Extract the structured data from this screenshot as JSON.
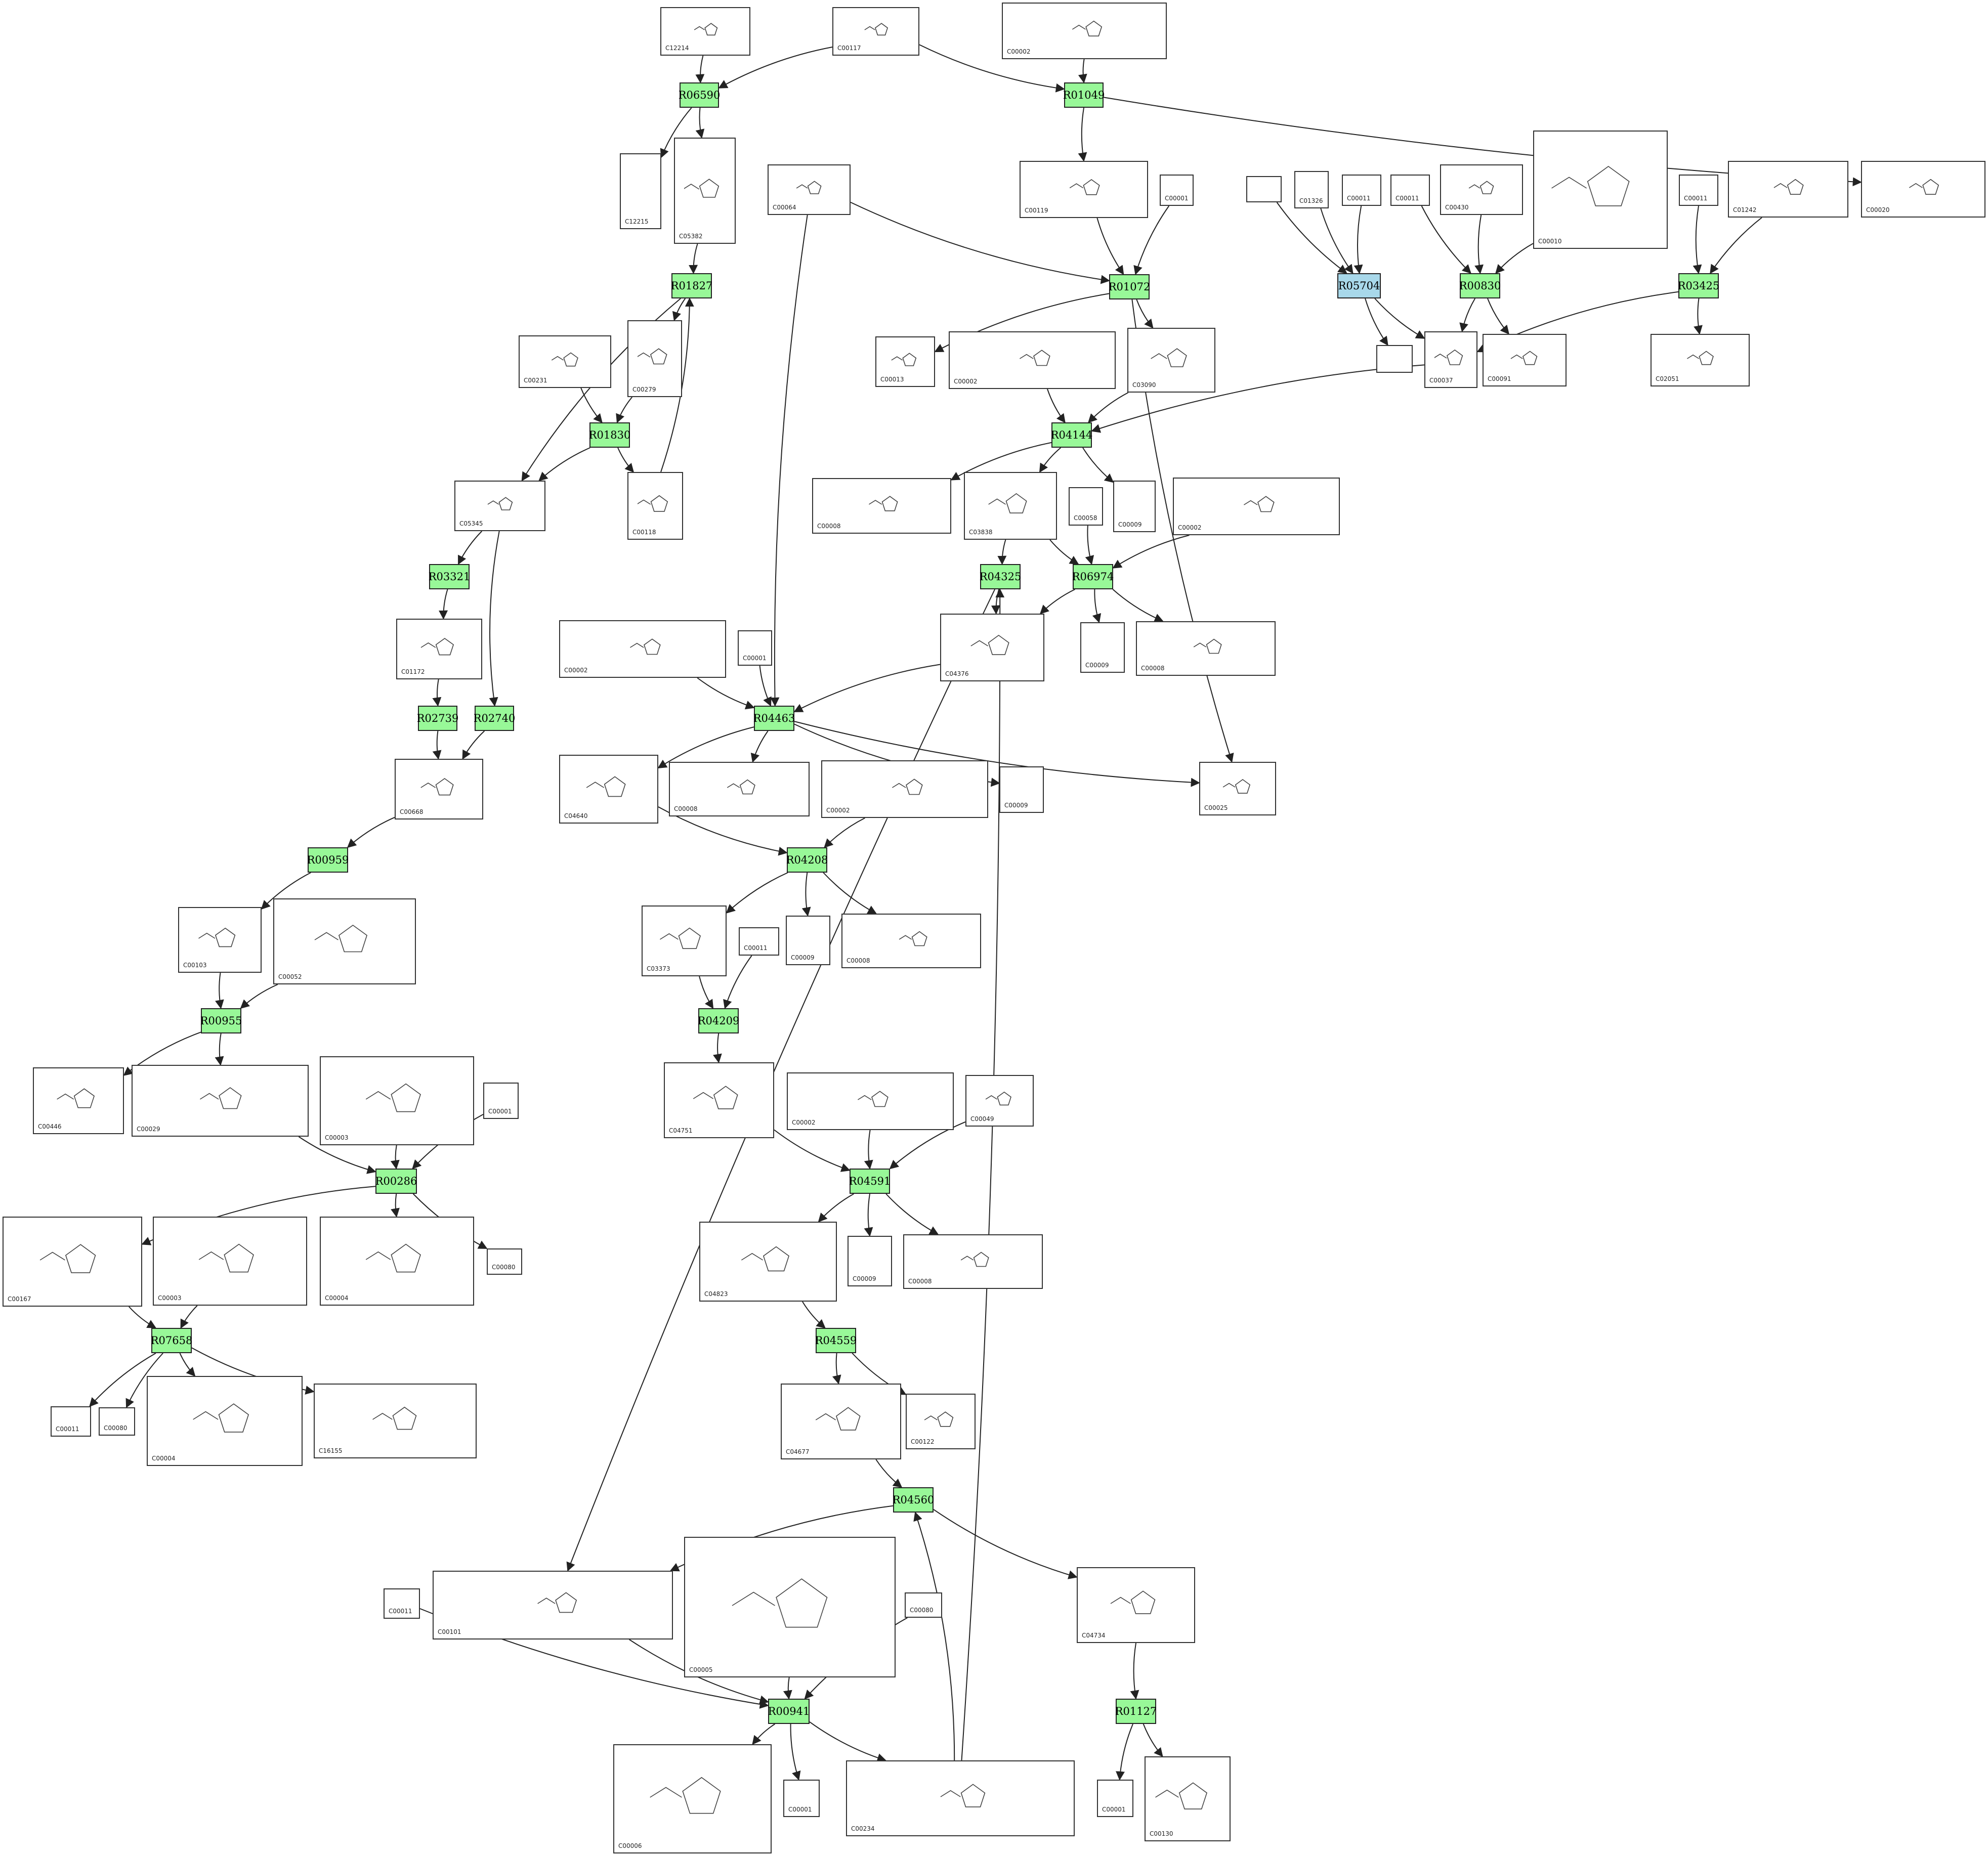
{
  "colors": {
    "reaction": "#98f898",
    "reaction_alt": "#a8d8ea",
    "edge": "#222222"
  },
  "compounds": [
    {
      "id": "c12214",
      "label": "C12214"
    },
    {
      "id": "c00117",
      "label": "C00117"
    },
    {
      "id": "c00002a",
      "label": "C00002"
    },
    {
      "id": "c12215",
      "label": "C12215"
    },
    {
      "id": "c05382",
      "label": "C05382"
    },
    {
      "id": "c00064",
      "label": "C00064"
    },
    {
      "id": "c00119",
      "label": "C00119"
    },
    {
      "id": "c00001a",
      "label": "C00001"
    },
    {
      "id": "c01326",
      "label": "C01326"
    },
    {
      "id": "c00011a",
      "label": "C00011"
    },
    {
      "id": "c00011b",
      "label": "C00011"
    },
    {
      "id": "c00430",
      "label": "C00430"
    },
    {
      "id": "c00010",
      "label": "C00010"
    },
    {
      "id": "c00011c",
      "label": "C00011"
    },
    {
      "id": "c01242",
      "label": "C01242"
    },
    {
      "id": "c00020",
      "label": "C00020"
    },
    {
      "id": "c00231",
      "label": "C00231"
    },
    {
      "id": "c00279",
      "label": "C00279"
    },
    {
      "id": "c00013",
      "label": "C00013"
    },
    {
      "id": "c00002b",
      "label": "C00002"
    },
    {
      "id": "c03090",
      "label": "C03090"
    },
    {
      "id": "c00037",
      "label": "C00037"
    },
    {
      "id": "c00091",
      "label": "C00091"
    },
    {
      "id": "c02051",
      "label": "C02051"
    },
    {
      "id": "c05345",
      "label": "C05345"
    },
    {
      "id": "c00118",
      "label": "C00118"
    },
    {
      "id": "c00008a",
      "label": "C00008"
    },
    {
      "id": "c03838",
      "label": "C03838"
    },
    {
      "id": "c00058",
      "label": "C00058"
    },
    {
      "id": "c00009a",
      "label": "C00009"
    },
    {
      "id": "c00002c",
      "label": "C00002"
    },
    {
      "id": "c01172",
      "label": "C01172"
    },
    {
      "id": "c00002d",
      "label": "C00002"
    },
    {
      "id": "c00001b",
      "label": "C00001"
    },
    {
      "id": "c04376",
      "label": "C04376"
    },
    {
      "id": "c00009b",
      "label": "C00009"
    },
    {
      "id": "c00008b",
      "label": "C00008"
    },
    {
      "id": "c00668",
      "label": "C00668"
    },
    {
      "id": "c04640",
      "label": "C04640"
    },
    {
      "id": "c00008c",
      "label": "C00008"
    },
    {
      "id": "c00002e",
      "label": "C00002"
    },
    {
      "id": "c00009c",
      "label": "C00009"
    },
    {
      "id": "c00025",
      "label": "C00025"
    },
    {
      "id": "c00103",
      "label": "C00103"
    },
    {
      "id": "c00052",
      "label": "C00052"
    },
    {
      "id": "c03373",
      "label": "C03373"
    },
    {
      "id": "c00011d",
      "label": "C00011"
    },
    {
      "id": "c00009d",
      "label": "C00009"
    },
    {
      "id": "c00008d",
      "label": "C00008"
    },
    {
      "id": "c00446",
      "label": "C00446"
    },
    {
      "id": "c00029",
      "label": "C00029"
    },
    {
      "id": "c00003a",
      "label": "C00003"
    },
    {
      "id": "c00001c",
      "label": "C00001"
    },
    {
      "id": "c04751",
      "label": "C04751"
    },
    {
      "id": "c00002f",
      "label": "C00002"
    },
    {
      "id": "c00049",
      "label": "C00049"
    },
    {
      "id": "c00167",
      "label": "C00167"
    },
    {
      "id": "c00003b",
      "label": "C00003"
    },
    {
      "id": "c00004a",
      "label": "C00004"
    },
    {
      "id": "c00080a",
      "label": "C00080"
    },
    {
      "id": "c04823",
      "label": "C04823"
    },
    {
      "id": "c00009e",
      "label": "C00009"
    },
    {
      "id": "c00008e",
      "label": "C00008"
    },
    {
      "id": "c00011e",
      "label": "C00011"
    },
    {
      "id": "c00080b",
      "label": "C00080"
    },
    {
      "id": "c00004b",
      "label": "C00004"
    },
    {
      "id": "c16155",
      "label": "C16155"
    },
    {
      "id": "c04677",
      "label": "C04677"
    },
    {
      "id": "c00122",
      "label": "C00122"
    },
    {
      "id": "c00011f",
      "label": "C00011"
    },
    {
      "id": "c00101",
      "label": "C00101"
    },
    {
      "id": "c00005",
      "label": "C00005"
    },
    {
      "id": "c00080c",
      "label": "C00080"
    },
    {
      "id": "c04734",
      "label": "C04734"
    },
    {
      "id": "c00006",
      "label": "C00006"
    },
    {
      "id": "c00001d",
      "label": "C00001"
    },
    {
      "id": "c00234",
      "label": "C00234"
    },
    {
      "id": "c00001e",
      "label": "C00001"
    },
    {
      "id": "c00130",
      "label": "C00130"
    },
    {
      "id": "blank1",
      "label": ""
    },
    {
      "id": "blank2",
      "label": ""
    }
  ],
  "reactions": [
    {
      "id": "r06590",
      "label": "R06590",
      "kind": "reaction"
    },
    {
      "id": "r01049",
      "label": "R01049",
      "kind": "reaction"
    },
    {
      "id": "r01827",
      "label": "R01827",
      "kind": "reaction"
    },
    {
      "id": "r01072",
      "label": "R01072",
      "kind": "reaction"
    },
    {
      "id": "r05704",
      "label": "R05704",
      "kind": "reaction_alt"
    },
    {
      "id": "r00830",
      "label": "R00830",
      "kind": "reaction"
    },
    {
      "id": "r03425",
      "label": "R03425",
      "kind": "reaction"
    },
    {
      "id": "r01830",
      "label": "R01830",
      "kind": "reaction"
    },
    {
      "id": "r04144",
      "label": "R04144",
      "kind": "reaction"
    },
    {
      "id": "r03321",
      "label": "R03321",
      "kind": "reaction"
    },
    {
      "id": "r04325",
      "label": "R04325",
      "kind": "reaction"
    },
    {
      "id": "r06974",
      "label": "R06974",
      "kind": "reaction"
    },
    {
      "id": "r02739",
      "label": "R02739",
      "kind": "reaction"
    },
    {
      "id": "r02740",
      "label": "R02740",
      "kind": "reaction"
    },
    {
      "id": "r04463",
      "label": "R04463",
      "kind": "reaction"
    },
    {
      "id": "r00959",
      "label": "R00959",
      "kind": "reaction"
    },
    {
      "id": "r04208",
      "label": "R04208",
      "kind": "reaction"
    },
    {
      "id": "r00955",
      "label": "R00955",
      "kind": "reaction"
    },
    {
      "id": "r04209",
      "label": "R04209",
      "kind": "reaction"
    },
    {
      "id": "r00286",
      "label": "R00286",
      "kind": "reaction"
    },
    {
      "id": "r04591",
      "label": "R04591",
      "kind": "reaction"
    },
    {
      "id": "r07658",
      "label": "R07658",
      "kind": "reaction"
    },
    {
      "id": "r04559",
      "label": "R04559",
      "kind": "reaction"
    },
    {
      "id": "r04560",
      "label": "R04560",
      "kind": "reaction"
    },
    {
      "id": "r00941",
      "label": "R00941",
      "kind": "reaction"
    },
    {
      "id": "r01127",
      "label": "R01127",
      "kind": "reaction"
    }
  ],
  "edges": [
    [
      "c12214",
      "r06590"
    ],
    [
      "c00117",
      "r06590"
    ],
    [
      "r06590",
      "c12215"
    ],
    [
      "r06590",
      "c05382"
    ],
    [
      "c00117",
      "r01049"
    ],
    [
      "c00002a",
      "r01049"
    ],
    [
      "r01049",
      "c00119"
    ],
    [
      "r01049",
      "c00020"
    ],
    [
      "c05382",
      "r01827"
    ],
    [
      "c00118",
      "r01827"
    ],
    [
      "r01827",
      "c00279"
    ],
    [
      "r01827",
      "c05345"
    ],
    [
      "c00119",
      "r01072"
    ],
    [
      "c00001a",
      "r01072"
    ],
    [
      "c00064",
      "r01072"
    ],
    [
      "r01072",
      "c00013"
    ],
    [
      "r01072",
      "c03090"
    ],
    [
      "r01072",
      "c00025"
    ],
    [
      "blank1",
      "r05704"
    ],
    [
      "c01326",
      "r05704"
    ],
    [
      "c00011a",
      "r05704"
    ],
    [
      "r05704",
      "c00037"
    ],
    [
      "r05704",
      "blank2"
    ],
    [
      "c00011b",
      "r00830"
    ],
    [
      "c00430",
      "r00830"
    ],
    [
      "c00010",
      "r00830"
    ],
    [
      "r00830",
      "c00037"
    ],
    [
      "r00830",
      "c00091"
    ],
    [
      "c00011c",
      "r03425"
    ],
    [
      "c01242",
      "r03425"
    ],
    [
      "r03425",
      "c00037"
    ],
    [
      "r03425",
      "c02051"
    ],
    [
      "c00231",
      "r01830"
    ],
    [
      "c00279",
      "r01830"
    ],
    [
      "r01830",
      "c05345"
    ],
    [
      "r01830",
      "c00118"
    ],
    [
      "c00002b",
      "r04144"
    ],
    [
      "c03090",
      "r04144"
    ],
    [
      "c00037",
      "r04144"
    ],
    [
      "r04144",
      "c00008a"
    ],
    [
      "r04144",
      "c03838"
    ],
    [
      "r04144",
      "c00009a"
    ],
    [
      "c05345",
      "r03321"
    ],
    [
      "r03321",
      "c01172"
    ],
    [
      "c05345",
      "r02740"
    ],
    [
      "c03838",
      "r04325"
    ],
    [
      "r04325",
      "c04376"
    ],
    [
      "r04325",
      "c00101"
    ],
    [
      "c03838",
      "r06974"
    ],
    [
      "c00058",
      "r06974"
    ],
    [
      "c00002c",
      "r06974"
    ],
    [
      "r06974",
      "c04376"
    ],
    [
      "r06974",
      "c00009b"
    ],
    [
      "r06974",
      "c00008b"
    ],
    [
      "c01172",
      "r02739"
    ],
    [
      "r02739",
      "c00668"
    ],
    [
      "r02740",
      "c00668"
    ],
    [
      "c00002d",
      "r04463"
    ],
    [
      "c00001b",
      "r04463"
    ],
    [
      "c04376",
      "r04463"
    ],
    [
      "c00064",
      "r04463"
    ],
    [
      "r04463",
      "c04640"
    ],
    [
      "r04463",
      "c00008c"
    ],
    [
      "r04463",
      "c00009c"
    ],
    [
      "r04463",
      "c00025"
    ],
    [
      "c00668",
      "r00959"
    ],
    [
      "r00959",
      "c00103"
    ],
    [
      "c04640",
      "r04208"
    ],
    [
      "c00002e",
      "r04208"
    ],
    [
      "r04208",
      "c03373"
    ],
    [
      "r04208",
      "c00009d"
    ],
    [
      "r04208",
      "c00008d"
    ],
    [
      "c00103",
      "r00955"
    ],
    [
      "c00052",
      "r00955"
    ],
    [
      "r00955",
      "c00446"
    ],
    [
      "r00955",
      "c00029"
    ],
    [
      "c03373",
      "r04209"
    ],
    [
      "c00011d",
      "r04209"
    ],
    [
      "r04209",
      "c04751"
    ],
    [
      "c00029",
      "r00286"
    ],
    [
      "c00003a",
      "r00286"
    ],
    [
      "c00001c",
      "r00286"
    ],
    [
      "r00286",
      "c00167"
    ],
    [
      "r00286",
      "c00004a"
    ],
    [
      "r00286",
      "c00080a"
    ],
    [
      "c04751",
      "r04591"
    ],
    [
      "c00002f",
      "r04591"
    ],
    [
      "c00049",
      "r04591"
    ],
    [
      "r04591",
      "c04823"
    ],
    [
      "r04591",
      "c00009e"
    ],
    [
      "r04591",
      "c00008e"
    ],
    [
      "c00167",
      "r07658"
    ],
    [
      "c00003b",
      "r07658"
    ],
    [
      "r07658",
      "c00011e"
    ],
    [
      "r07658",
      "c00080b"
    ],
    [
      "r07658",
      "c00004b"
    ],
    [
      "r07658",
      "c16155"
    ],
    [
      "c04823",
      "r04559"
    ],
    [
      "r04559",
      "c04677"
    ],
    [
      "r04559",
      "c00122"
    ],
    [
      "c04677",
      "r04560"
    ],
    [
      "c00234",
      "r04560"
    ],
    [
      "r04560",
      "c00101"
    ],
    [
      "r04560",
      "c04734"
    ],
    [
      "c00011f",
      "r00941"
    ],
    [
      "c00101",
      "r00941"
    ],
    [
      "c00005",
      "r00941"
    ],
    [
      "c00080c",
      "r00941"
    ],
    [
      "r00941",
      "c00006"
    ],
    [
      "r00941",
      "c00001d"
    ],
    [
      "r00941",
      "c00234"
    ],
    [
      "c00234",
      "r04325"
    ],
    [
      "c04734",
      "r01127"
    ],
    [
      "r01127",
      "c00001e"
    ],
    [
      "r01127",
      "c00130"
    ]
  ]
}
